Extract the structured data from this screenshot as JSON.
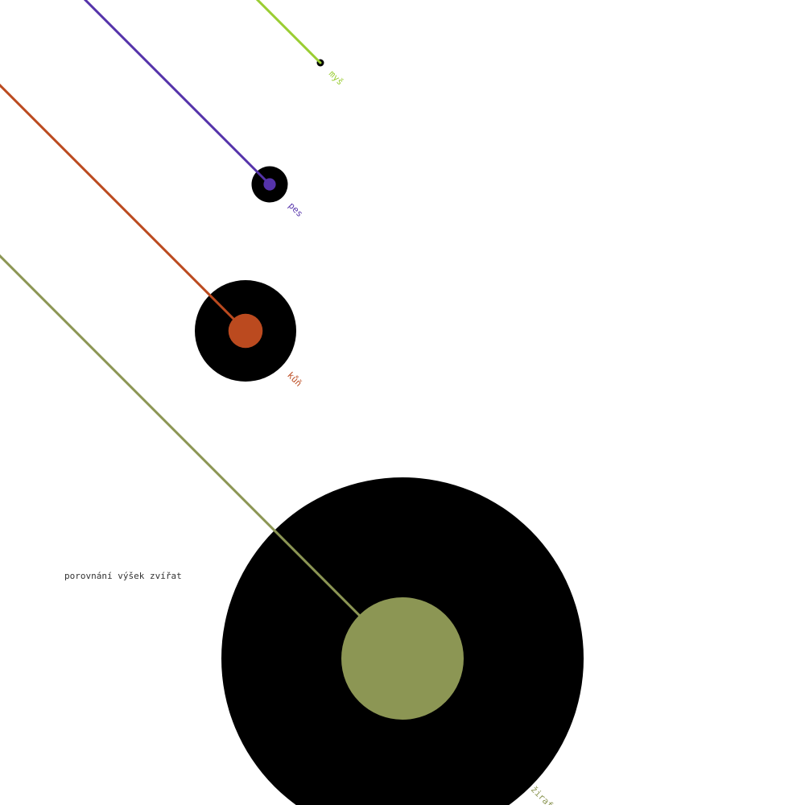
{
  "chart_data": {
    "type": "bubble",
    "title": "porovnání výšek zvířat",
    "items": [
      {
        "name": "myš",
        "value": 0.1,
        "color": "#9acd32"
      },
      {
        "name": "pes",
        "value": 0.5,
        "color": "#5533aa"
      },
      {
        "name": "kůň",
        "value": 1.4,
        "color": "#bb4a1f"
      },
      {
        "name": "žirafa",
        "value": 5.0,
        "color": "#8c9654"
      }
    ],
    "grid": false,
    "legend": "none"
  }
}
